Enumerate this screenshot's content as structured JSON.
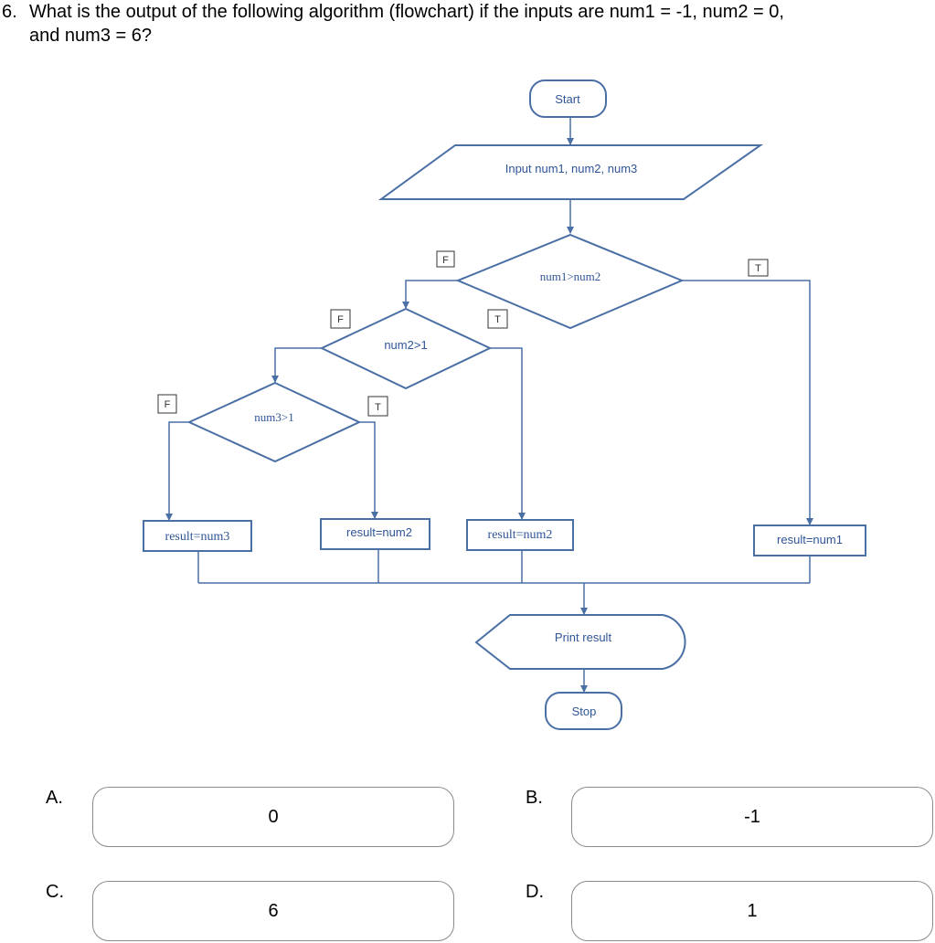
{
  "question": {
    "number": "6.",
    "line1": "What is the output of the following algorithm (flowchart) if the inputs are num1 = -1, num2 = 0,",
    "line2": "and num3 = 6?"
  },
  "flowchart": {
    "start": "Start",
    "input": "Input num1, num2, num3",
    "decision1": "num1>num2",
    "decision2": "num2>1",
    "decision3": "num3>1",
    "true_label": "T",
    "false_label": "F",
    "result_num3": "result=num3",
    "result_num2_a": "result=num2",
    "result_num2_b": "result=num2",
    "result_num1": "result=num1",
    "print": "Print result",
    "stop": "Stop",
    "colors": {
      "stroke": "#4a6fa5",
      "text": "#2f5597"
    }
  },
  "options": [
    {
      "letter": "A.",
      "value": "0"
    },
    {
      "letter": "B.",
      "value": "-1"
    },
    {
      "letter": "C.",
      "value": "6"
    },
    {
      "letter": "D.",
      "value": "1"
    }
  ]
}
